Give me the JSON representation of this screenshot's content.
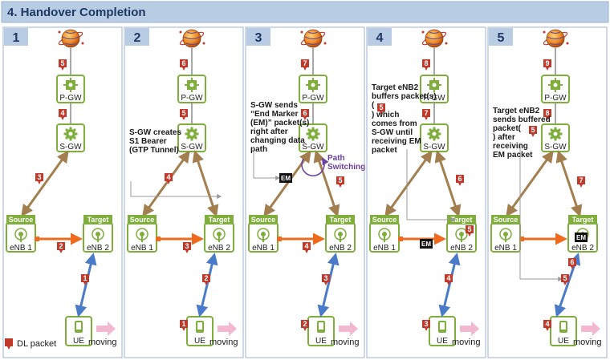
{
  "title": "4. Handover Completion",
  "legend": {
    "label": "DL packet"
  },
  "labels": {
    "pgw": "P-GW",
    "sgw": "S-GW",
    "source": "Source",
    "target": "Target",
    "enb1": "eNB 1",
    "enb2": "eNB 2",
    "ue": "UE",
    "moving": "moving",
    "em": "EM"
  },
  "colors": {
    "accent_green": "#7fae3c",
    "brown_link": "#a37f4f",
    "orange_link": "#f06a1e",
    "blue_link": "#4a7bc8",
    "badge_red": "#c0392b",
    "panel_header": "#b8cce4",
    "path_switching": "#6a3fa0"
  },
  "panels": [
    {
      "number": "1",
      "badges": {
        "internet_pgw": "5",
        "pgw_sgw": "4",
        "sgw_enb": "3",
        "x2": "2",
        "radio": "1"
      },
      "annotation": []
    },
    {
      "number": "2",
      "badges": {
        "internet_pgw": "6",
        "pgw_sgw": "5",
        "sgw_enb": "4",
        "x2": "3",
        "radio": "2",
        "ue": "1"
      },
      "annotation": [
        "S-GW creates",
        "S1 Bearer",
        "(GTP Tunnel)"
      ]
    },
    {
      "number": "3",
      "badges": {
        "internet_pgw": "7",
        "pgw_sgw": "6",
        "sgw_enb": "5",
        "x2": "4",
        "radio": "3",
        "ue": "2"
      },
      "annotation": [
        "S-GW sends",
        "“End Marker",
        "(EM)” packet(s)",
        "right after",
        "changing data",
        "path"
      ],
      "path_switching": [
        "Path",
        "Switching"
      ]
    },
    {
      "number": "4",
      "badges": {
        "internet_pgw": "8",
        "pgw_sgw": "7",
        "sgw_enb": "6",
        "buffer": "5",
        "radio": "4",
        "ue": "3"
      },
      "annotation_before": [
        "Target eNB2",
        "buffers packet(s)",
        "("
      ],
      "annotation_inline": "5",
      "annotation_after": [
        ") which",
        "comes from",
        "S-GW until",
        "receiving EM",
        "packet"
      ]
    },
    {
      "number": "5",
      "badges": {
        "internet_pgw": "9",
        "pgw_sgw": "8",
        "sgw_enb": "7",
        "radio_top": "6",
        "radio_mid": "5",
        "ue": "4"
      },
      "annotation_before": [
        "Target eNB2",
        "sends buffered",
        "packet("
      ],
      "annotation_inline": "5",
      "annotation_after": [
        ") after",
        "receiving",
        "EM packet"
      ]
    }
  ]
}
